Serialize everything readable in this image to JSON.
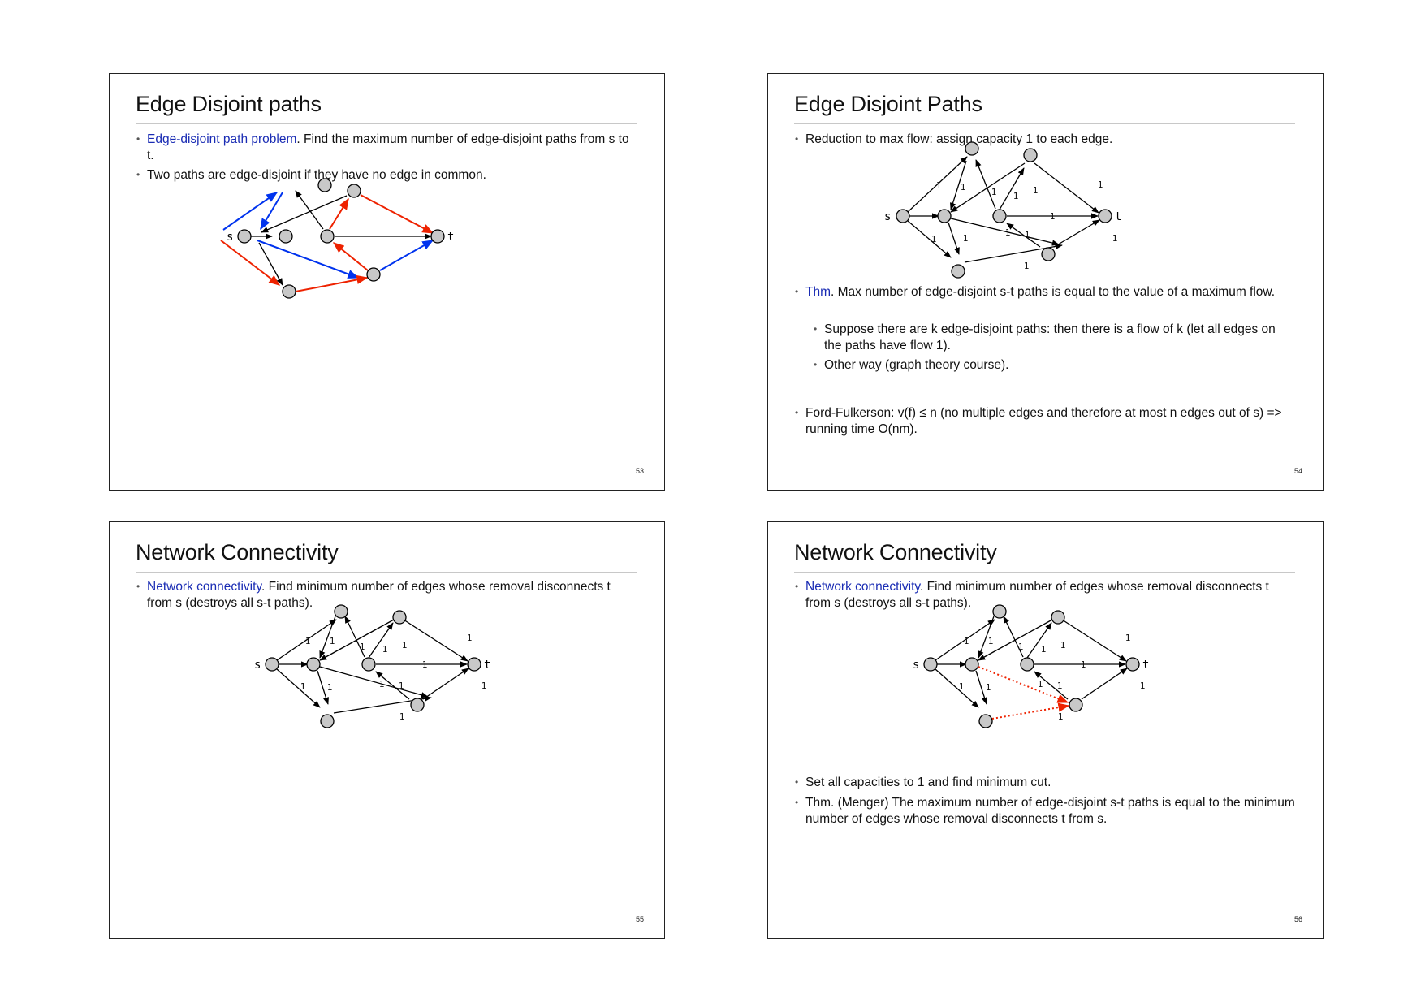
{
  "slides": [
    {
      "title": "Edge Disjoint paths",
      "bullets": [
        {
          "highlight": "Edge-disjoint path problem",
          "text": ". Find the maximum number of edge-disjoint paths from s to t."
        },
        {
          "highlight": "",
          "text": "Two paths are edge-disjoint if they have no edge in common."
        }
      ],
      "page_number": "53"
    },
    {
      "title": "Edge Disjoint Paths",
      "bullets": [
        {
          "highlight": "",
          "text": "Reduction to max flow: assign capacity 1 to each edge."
        },
        {
          "highlight": "Thm",
          "text": ". Max number of edge-disjoint s-t paths is equal to the value of a maximum flow."
        },
        {
          "highlight": "",
          "text": "Suppose there are k edge-disjoint paths: then there is a flow of k (let all edges on the paths have flow 1)."
        },
        {
          "highlight": "",
          "text": "Other way (graph theory course)."
        },
        {
          "highlight": "",
          "text": "Ford-Fulkerson: v(f) ≤ n (no multiple edges and therefore at most n edges out of s) => running time O(nm)."
        }
      ],
      "page_number": "54"
    },
    {
      "title": "Network Connectivity",
      "bullets": [
        {
          "highlight": "Network connectivity",
          "text": ". Find minimum number of edges whose removal disconnects t from s (destroys all s-t paths)."
        }
      ],
      "page_number": "55"
    },
    {
      "title": "Network Connectivity",
      "bullets": [
        {
          "highlight": "Network connectivity",
          "text": ". Find minimum number of edges whose removal disconnects t from s (destroys all s-t paths)."
        },
        {
          "highlight": "",
          "text": "Set all capacities to 1 and find minimum cut."
        },
        {
          "highlight": "",
          "text": "Thm. (Menger) The maximum number of edge-disjoint s-t paths is equal to the minimum number of edges whose removal disconnects t from s."
        }
      ],
      "page_number": "56"
    }
  ],
  "graph": {
    "node_labels": {
      "source": "s",
      "sink": "t"
    },
    "capacity_label": "1",
    "colors": {
      "node_fill": "#c8c8c8",
      "edge": "#000000",
      "path_red": "#ee2200",
      "path_blue": "#0033ee",
      "cut_red": "#ee2200",
      "highlight_text": "#1a2cb4"
    }
  }
}
